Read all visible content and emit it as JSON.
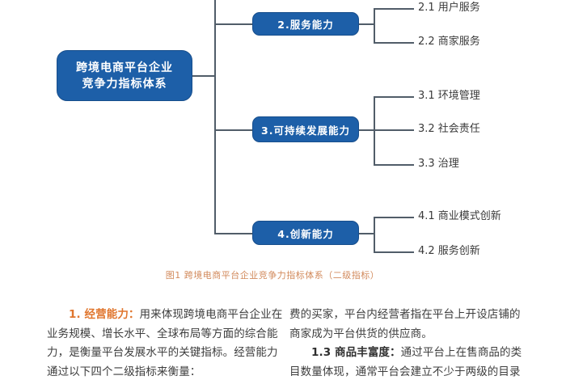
{
  "colors": {
    "node_blue": "#1d5fa8",
    "node_border": "#174e8c",
    "connector_gray": "#515d69",
    "caption_orange": "#d28a5c",
    "accent_orange": "#e0762e",
    "body_text": "#3d3d3d"
  },
  "diagram": {
    "root": {
      "line1": "跨境电商平台企业",
      "line2": "竞争力指标体系"
    },
    "branches": [
      {
        "label": "2.服务能力",
        "children": [
          "2.1 用户服务",
          "2.2 商家服务"
        ]
      },
      {
        "label": "3.可持续发展能力",
        "children": [
          "3.1 环境管理",
          "3.2 社会责任",
          "3.3 治理"
        ]
      },
      {
        "label": "4.创新能力",
        "children": [
          "4.1 商业模式创新",
          "4.2 服务创新"
        ]
      }
    ],
    "caption": "图1 跨境电商平台企业竞争力指标体系（二级指标）"
  },
  "body": {
    "left": {
      "para1_lead": "1. 经营能力：",
      "line1_rest": "用来体现跨境电商平台企业在",
      "line2": "业务规模、增长水平、全球布局等方面的综合能",
      "line3": "力，是衡量平台发展水平的关键指标。经营能力",
      "line4": "通过以下四个二级指标来衡量："
    },
    "right": {
      "line1": "费的买家，平台内经营者指在平台上开设店铺的",
      "line2": "商家成为平台供货的供应商。",
      "para2_lead": "1.3 商品丰富度：",
      "line3_rest": "通过平台上在售商品的类",
      "line4": "目数量体现，通常平台会建立不少于两级的目录"
    }
  }
}
